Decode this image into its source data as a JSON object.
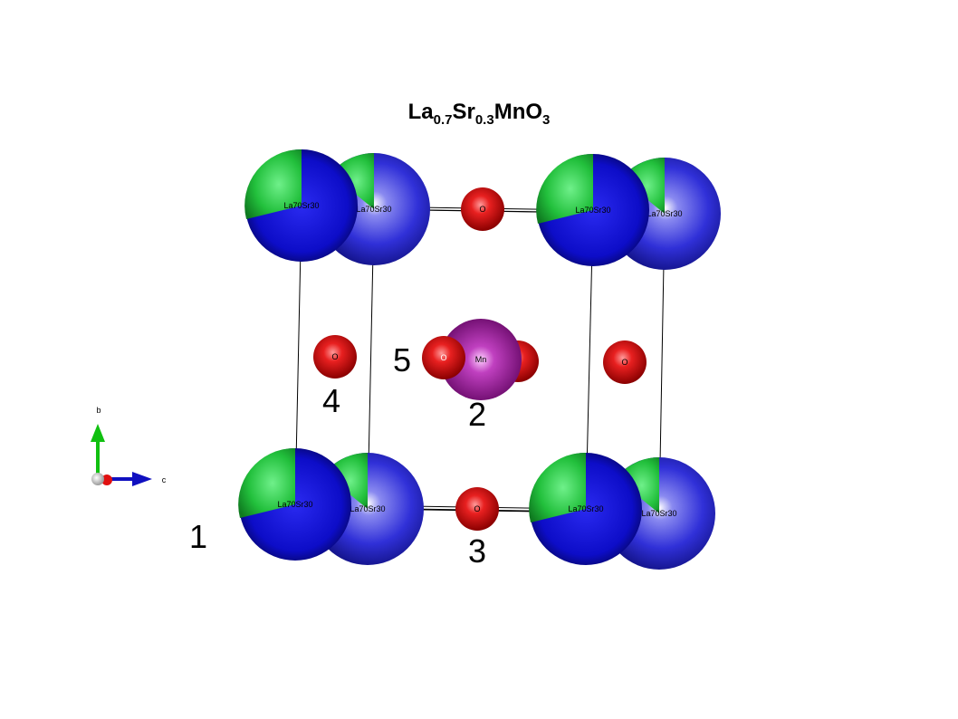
{
  "title": {
    "parts": [
      {
        "text": "La",
        "sub": "0.7"
      },
      {
        "text": "Sr",
        "sub": "0.3"
      },
      {
        "text": "MnO",
        "sub": "3"
      }
    ]
  },
  "atom_labels": {
    "a_site": "La70Sr30",
    "oxygen": "O",
    "manganese": "Mn"
  },
  "site_numbers": [
    "1",
    "2",
    "3",
    "4",
    "5"
  ],
  "axes": {
    "b": "b",
    "c": "c"
  },
  "colors": {
    "la_fraction": "#1616d4",
    "sr_fraction": "#1fbf3a",
    "oxygen": "#e01010",
    "manganese": "#a020a0",
    "axis_b": "#10c010",
    "axis_c": "#1010c0",
    "axis_a": "#e01010",
    "origin": "#c8c8c8",
    "cell_edge": "#000000"
  }
}
